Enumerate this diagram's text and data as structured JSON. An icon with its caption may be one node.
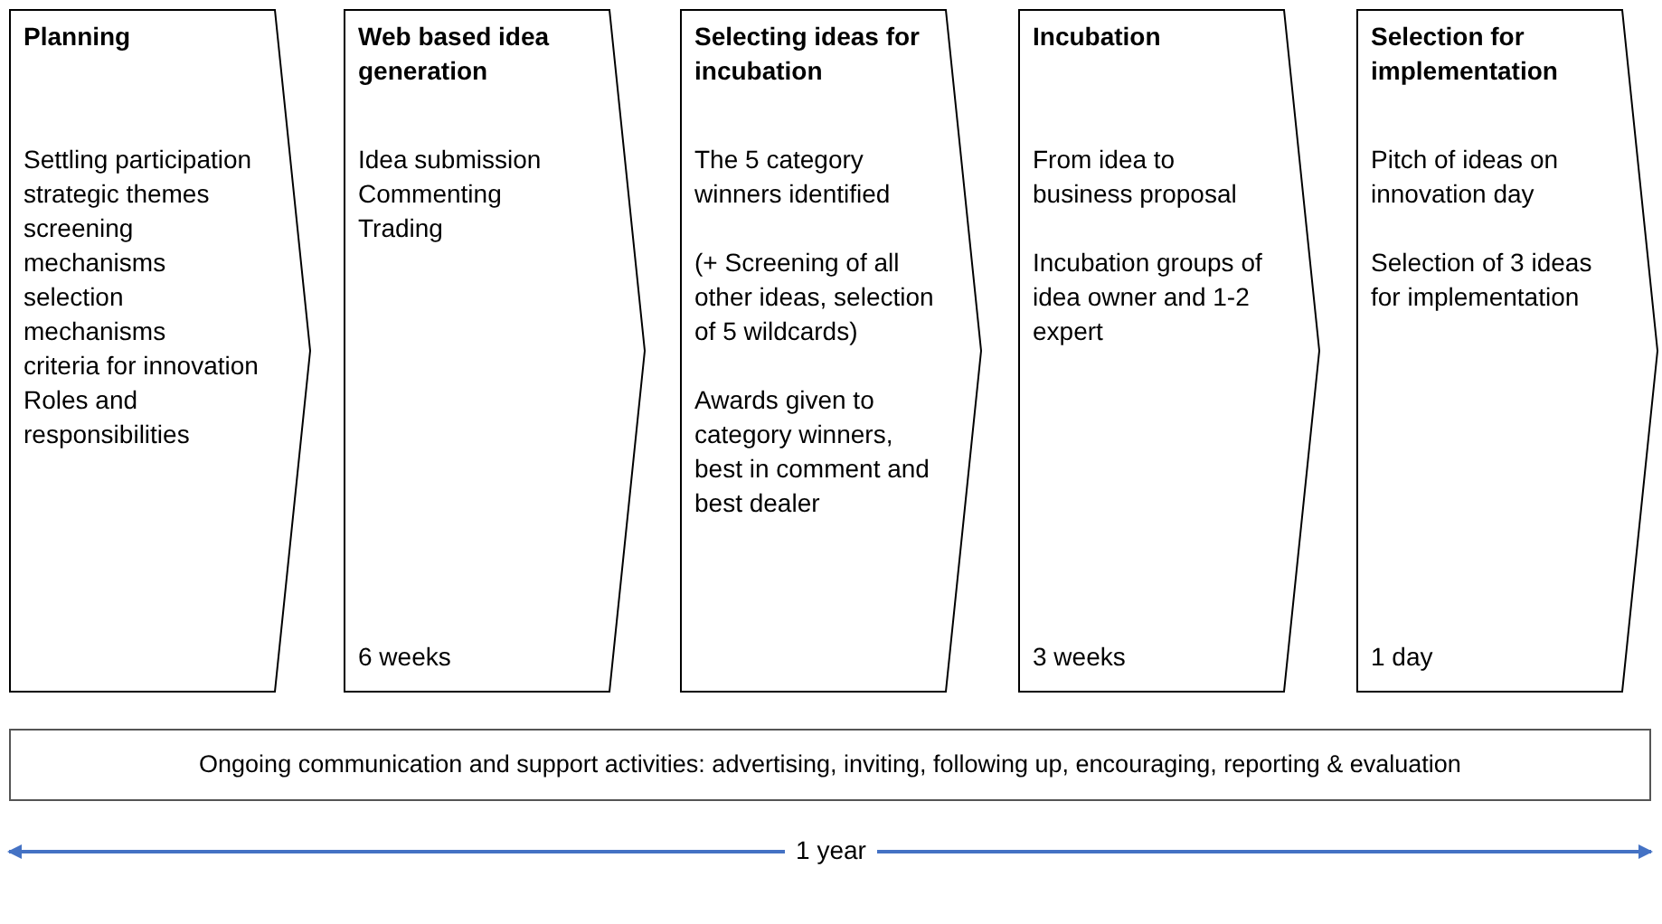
{
  "diagram": {
    "nodes": [
      {
        "text": [
          "Planning",
          "Settling participation",
          "strategic themes",
          "screening mechanisms",
          "selection mechanisms",
          "criteria for innovation",
          "Roles and responsibilities"
        ]
      },
      {
        "text": [
          "Web based idea generation",
          "Idea submission",
          "Commenting",
          "Trading",
          "6 weeks"
        ]
      },
      {
        "text": [
          "Selecting ideas for incubation",
          "The 5 category winners identified",
          "(+ Screening of all other ideas, selection of 5 wildcards)",
          "Awards given to category winners, best in comment and best dealer"
        ]
      },
      {
        "text": [
          "Incubation",
          "From idea to business proposal",
          "Incubation groups of idea owner and 1-2 expert",
          "3 weeks"
        ]
      },
      {
        "text": [
          "Selection for implementation",
          "Pitch of ideas on innovation day",
          "Selection of 3 ideas for implementation",
          "1 day"
        ]
      },
      {
        "text": [
          "Ongoing communication and support activities: advertising, inviting, following up, encouraging, reporting & evaluation"
        ]
      }
    ],
    "labels": [
      "1 year"
    ]
  }
}
